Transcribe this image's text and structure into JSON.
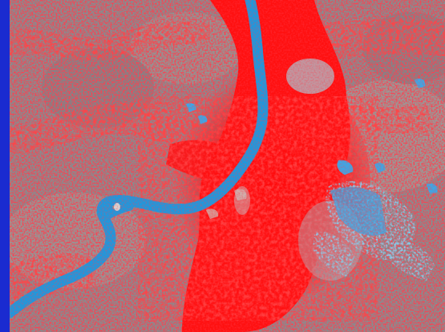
{
  "image": {
    "kind": "false-color satellite image",
    "features": [
      "river",
      "urban-area",
      "vegetation",
      "water-ponds",
      "bare-land"
    ],
    "colors": {
      "frame_border": "#1a2bd0",
      "land_base": "#8f9194",
      "land_light": "#a6a59f",
      "land_dark": "#6f7175",
      "vegetation_red": "#ff1010",
      "vegetation_dark_red": "#d80f18",
      "river_water": "#1a9ae0",
      "pond_water": "#3aa8e8",
      "bright_built": "#b9c0cc"
    }
  }
}
